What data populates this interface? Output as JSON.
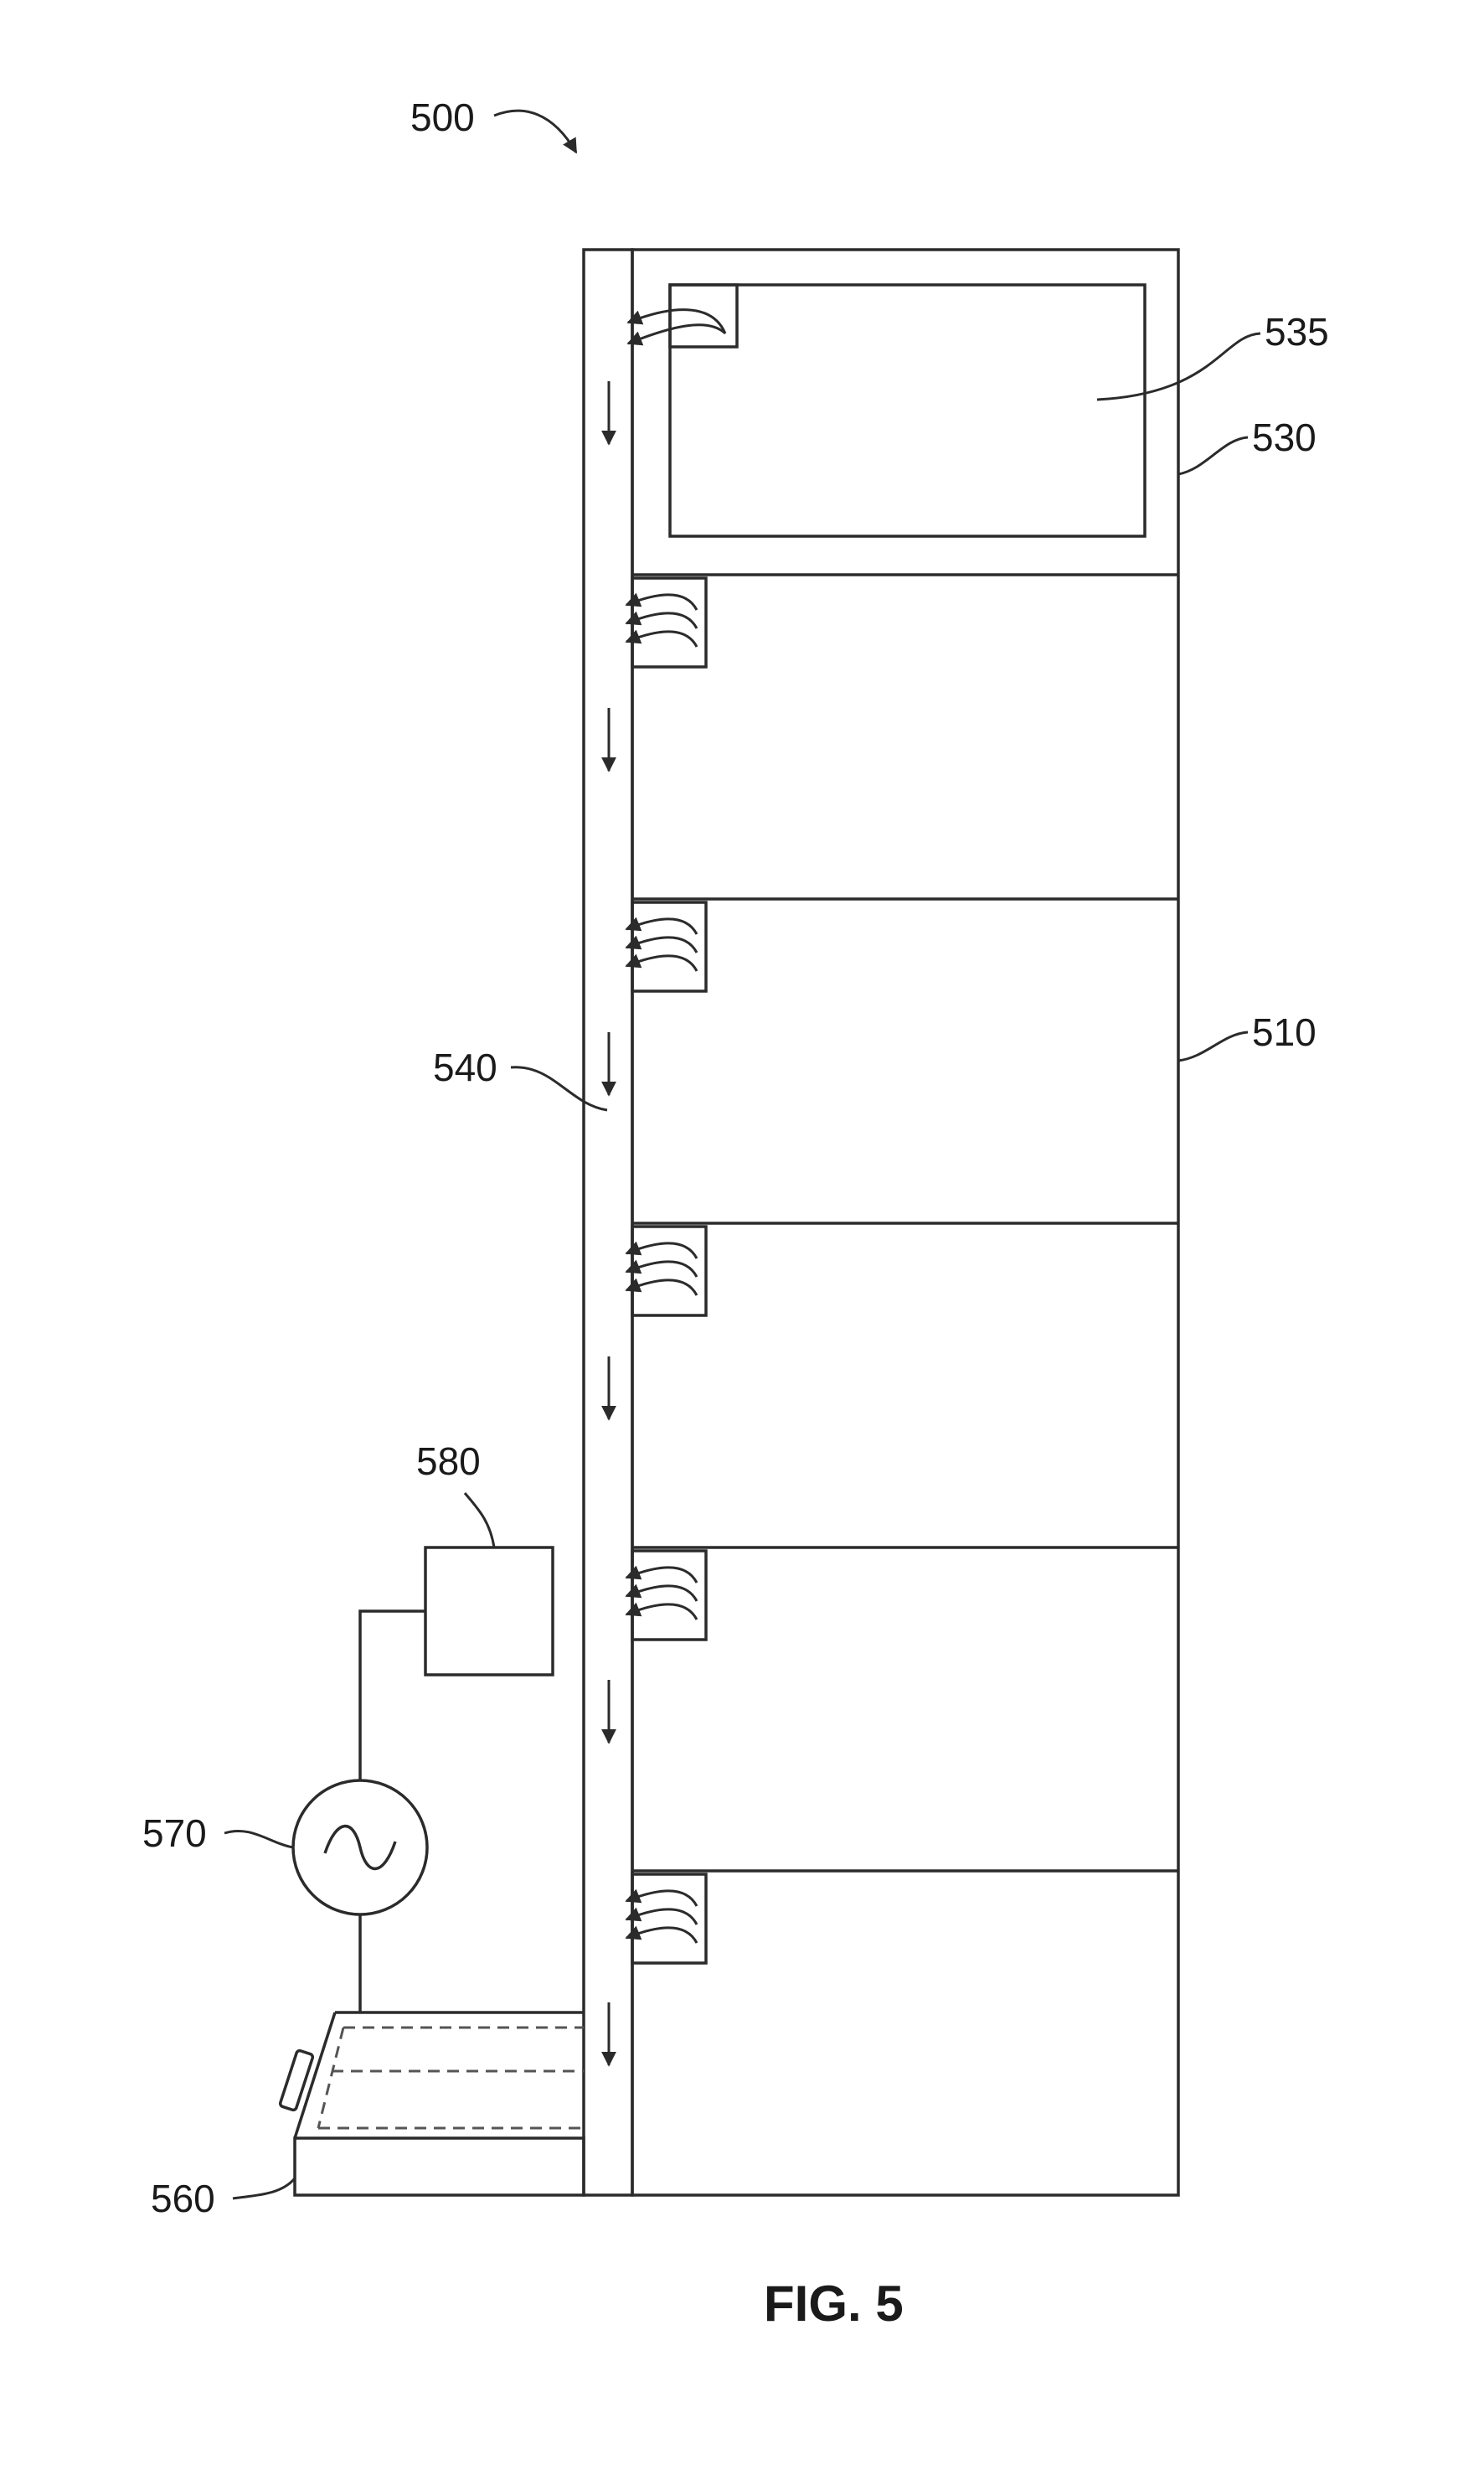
{
  "figure": {
    "caption": "FIG. 5",
    "labels": {
      "system": "500",
      "rack": "510",
      "module": "530",
      "device": "535",
      "air_channel": "540",
      "tray": "560",
      "power_source": "570",
      "controller": "580"
    },
    "colors": {
      "line": "#2b2b2b",
      "text": "#1a1a1a",
      "background": "#ffffff"
    }
  }
}
